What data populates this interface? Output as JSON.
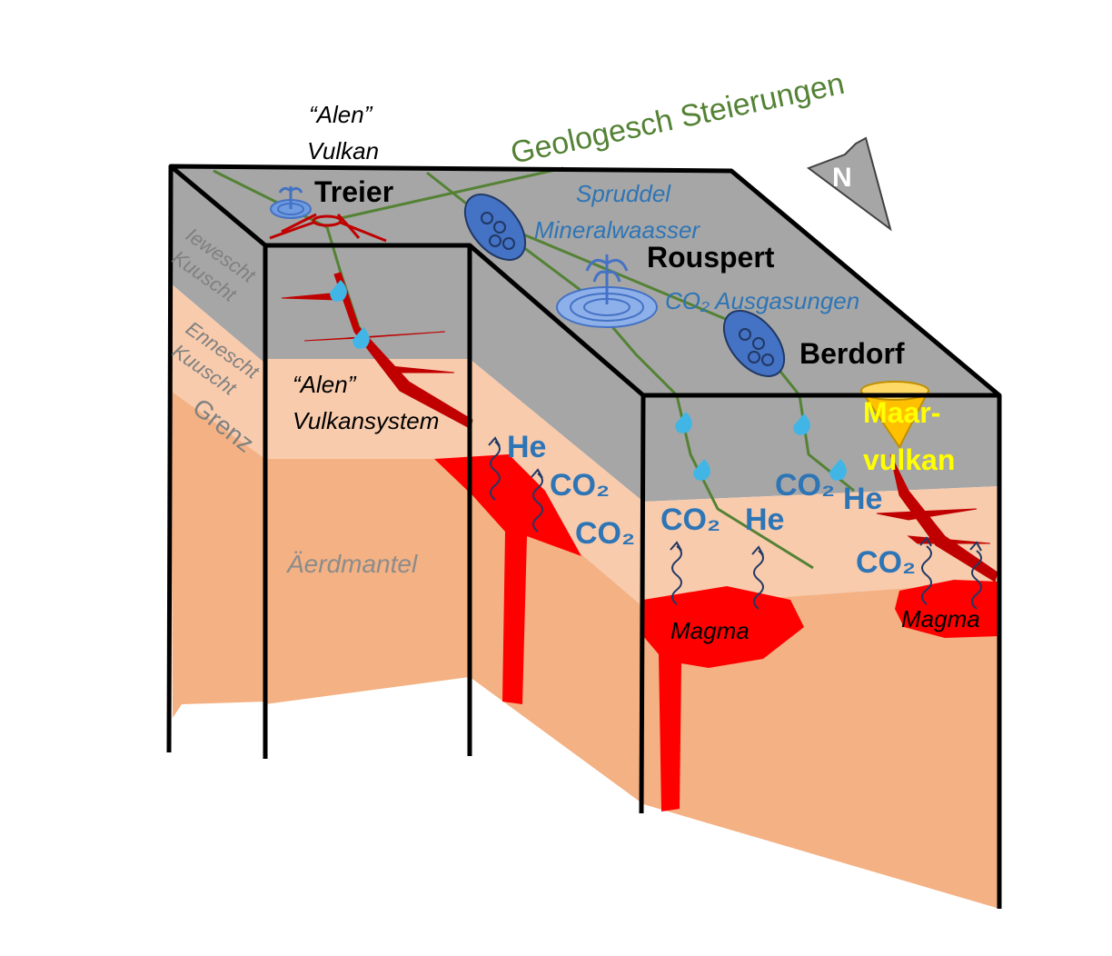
{
  "title": "Geologesch Steierungen",
  "north": "N",
  "places": {
    "treier": "Treier",
    "rouspert": "Rouspert",
    "berdorf": "Berdorf"
  },
  "alen_vulkan": {
    "line1": "“Alen”",
    "line2": "Vulkan"
  },
  "alen_system": {
    "line1": "“Alen”",
    "line2": "Vulkansystem"
  },
  "spruddel": {
    "line1": "Spruddel",
    "line2": "Mineralwaasser"
  },
  "co2_ausgasungen": "CO₂ Ausgasungen",
  "layers": {
    "upper": [
      "Iewescht",
      "Kuuscht"
    ],
    "lower": [
      "Ennescht",
      "Kuuscht"
    ],
    "boundary": "Grenz",
    "mantle": "Äerdmantel"
  },
  "maar": {
    "line1": "Maar-",
    "line2": "vulkan"
  },
  "gases": {
    "he": "He",
    "co2": "CO₂"
  },
  "magma": "Magma",
  "colors": {
    "gray": "#a6a6a6",
    "peach": "#f8cbad",
    "orange": "#f4b183",
    "red": "#ff0000",
    "darkred": "#c00000",
    "green": "#548235",
    "blue": "#4472c4",
    "droplet": "#41b6e6",
    "yellow": "#ffff00",
    "gold": "#ffc000"
  }
}
